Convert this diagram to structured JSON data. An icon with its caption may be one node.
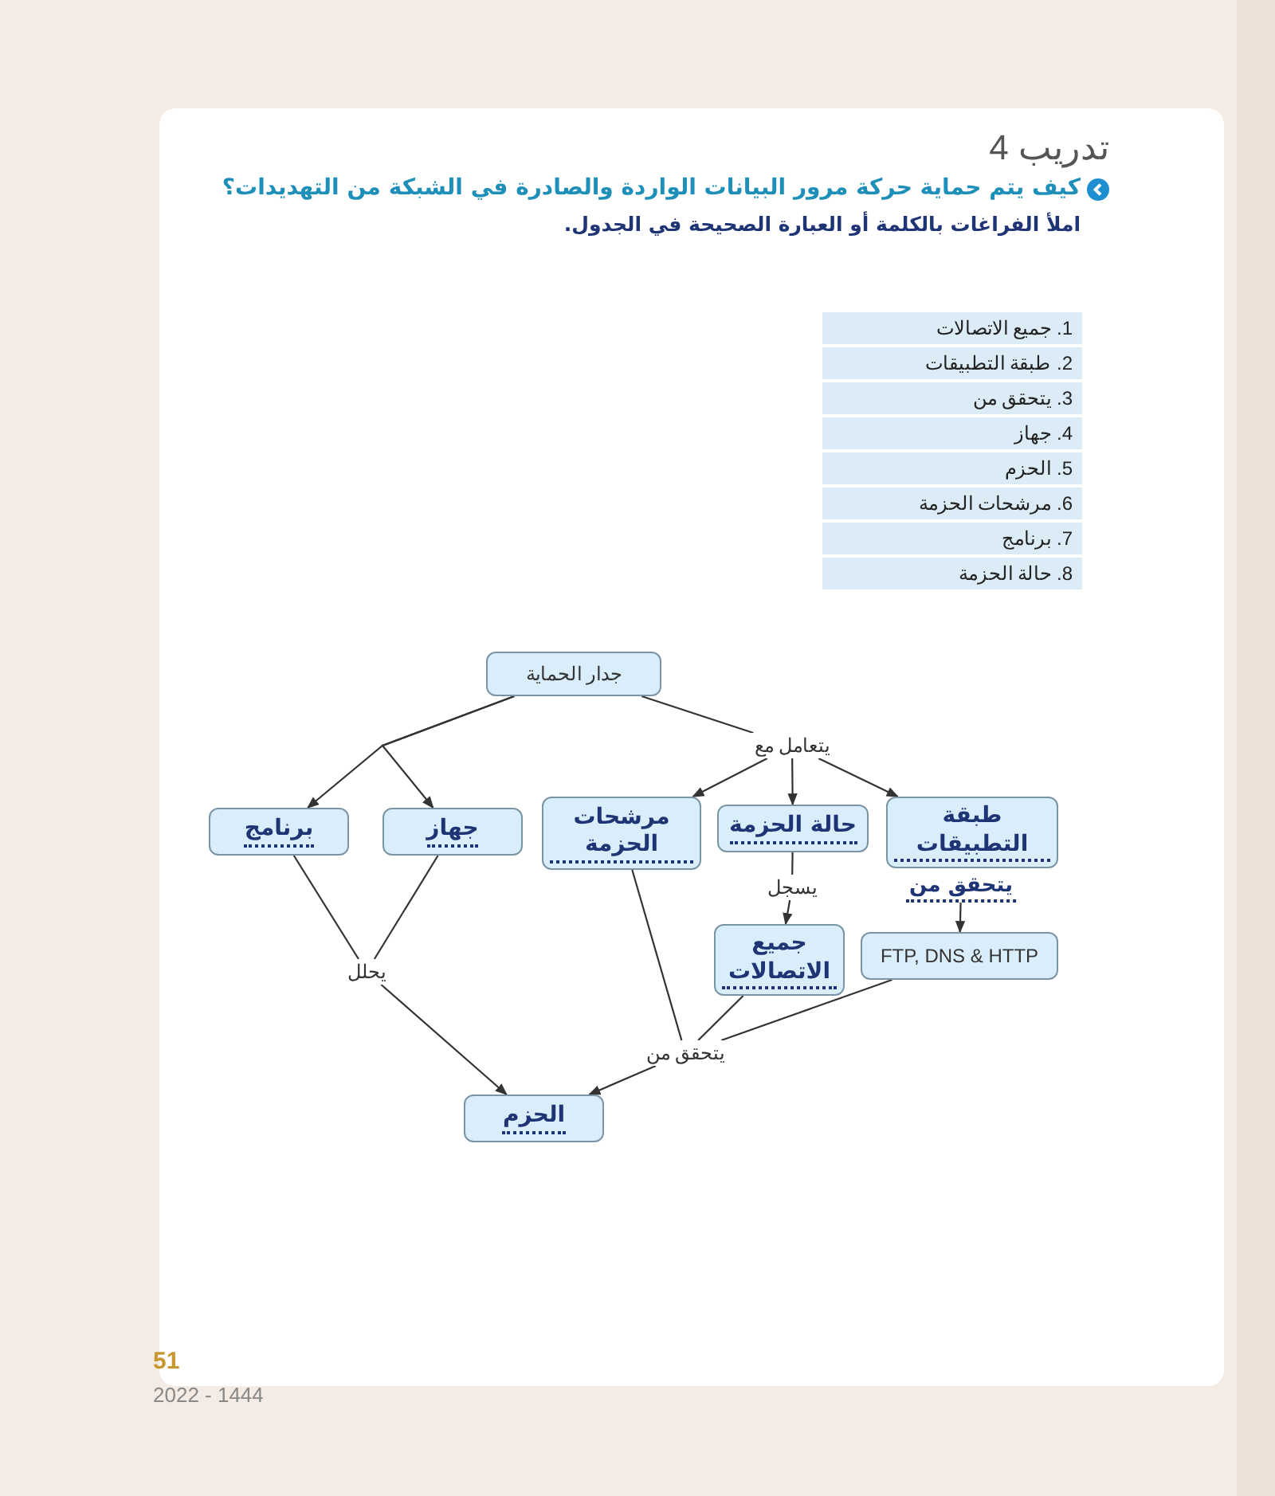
{
  "diagram": {
    "title": "تدريب 4",
    "nodes": [
      {
        "text": [
          "جدار الحماية"
        ]
      },
      {
        "text": [
          "يتعامل مع"
        ]
      },
      {
        "text": [
          "برنامج"
        ]
      },
      {
        "text": [
          "جهاز"
        ]
      },
      {
        "text": [
          "مرشحات الحزمة"
        ]
      },
      {
        "text": [
          "حالة الحزمة"
        ]
      },
      {
        "text": [
          "طبقة التطبيقات"
        ]
      },
      {
        "text": [
          "يسجل"
        ]
      },
      {
        "text": [
          "يتحقق من"
        ]
      },
      {
        "text": [
          "جميع الاتصالات"
        ]
      },
      {
        "text": [
          "FTP, DNS & HTTP"
        ]
      },
      {
        "text": [
          "يحلل"
        ]
      },
      {
        "text": [
          "يتحقق من"
        ]
      },
      {
        "text": [
          "الحزم"
        ]
      }
    ],
    "edges": [
      {
        "from": 0,
        "to": 1,
        "arrow": "none"
      },
      {
        "from": 0,
        "to": 2,
        "arrow": "to"
      },
      {
        "from": 0,
        "to": 3,
        "arrow": "to"
      },
      {
        "from": 1,
        "to": 4,
        "arrow": "to"
      },
      {
        "from": 1,
        "to": 5,
        "arrow": "to"
      },
      {
        "from": 1,
        "to": 6,
        "arrow": "to"
      },
      {
        "from": 5,
        "to": 7,
        "arrow": "none"
      },
      {
        "from": 7,
        "to": 9,
        "arrow": "to"
      },
      {
        "from": 8,
        "to": 10,
        "arrow": "to"
      },
      {
        "from": 2,
        "to": 11,
        "arrow": "none"
      },
      {
        "from": 3,
        "to": 11,
        "arrow": "none"
      },
      {
        "from": 11,
        "to": 13,
        "arrow": "to"
      },
      {
        "from": 4,
        "to": 12,
        "arrow": "none"
      },
      {
        "from": 9,
        "to": 12,
        "arrow": "none"
      },
      {
        "from": 10,
        "to": 12,
        "arrow": "none"
      },
      {
        "from": 12,
        "to": 13,
        "arrow": "to"
      }
    ],
    "labels": [
      "كيف يتم حماية حركة مرور البيانات الواردة والصادرة في الشبكة من التهديدات؟",
      "املأ الفراغات بالكلمة أو العبارة الصحيحة في الجدول.",
      "1. جميع الاتصالات",
      "2. طبقة التطبيقات",
      "3. يتحقق من",
      "4. جهاز",
      "5. الحزم",
      "6. مرشحات الحزمة",
      "7. برنامج",
      "8. حالة الحزمة",
      "51",
      "2022 - 1444"
    ]
  }
}
